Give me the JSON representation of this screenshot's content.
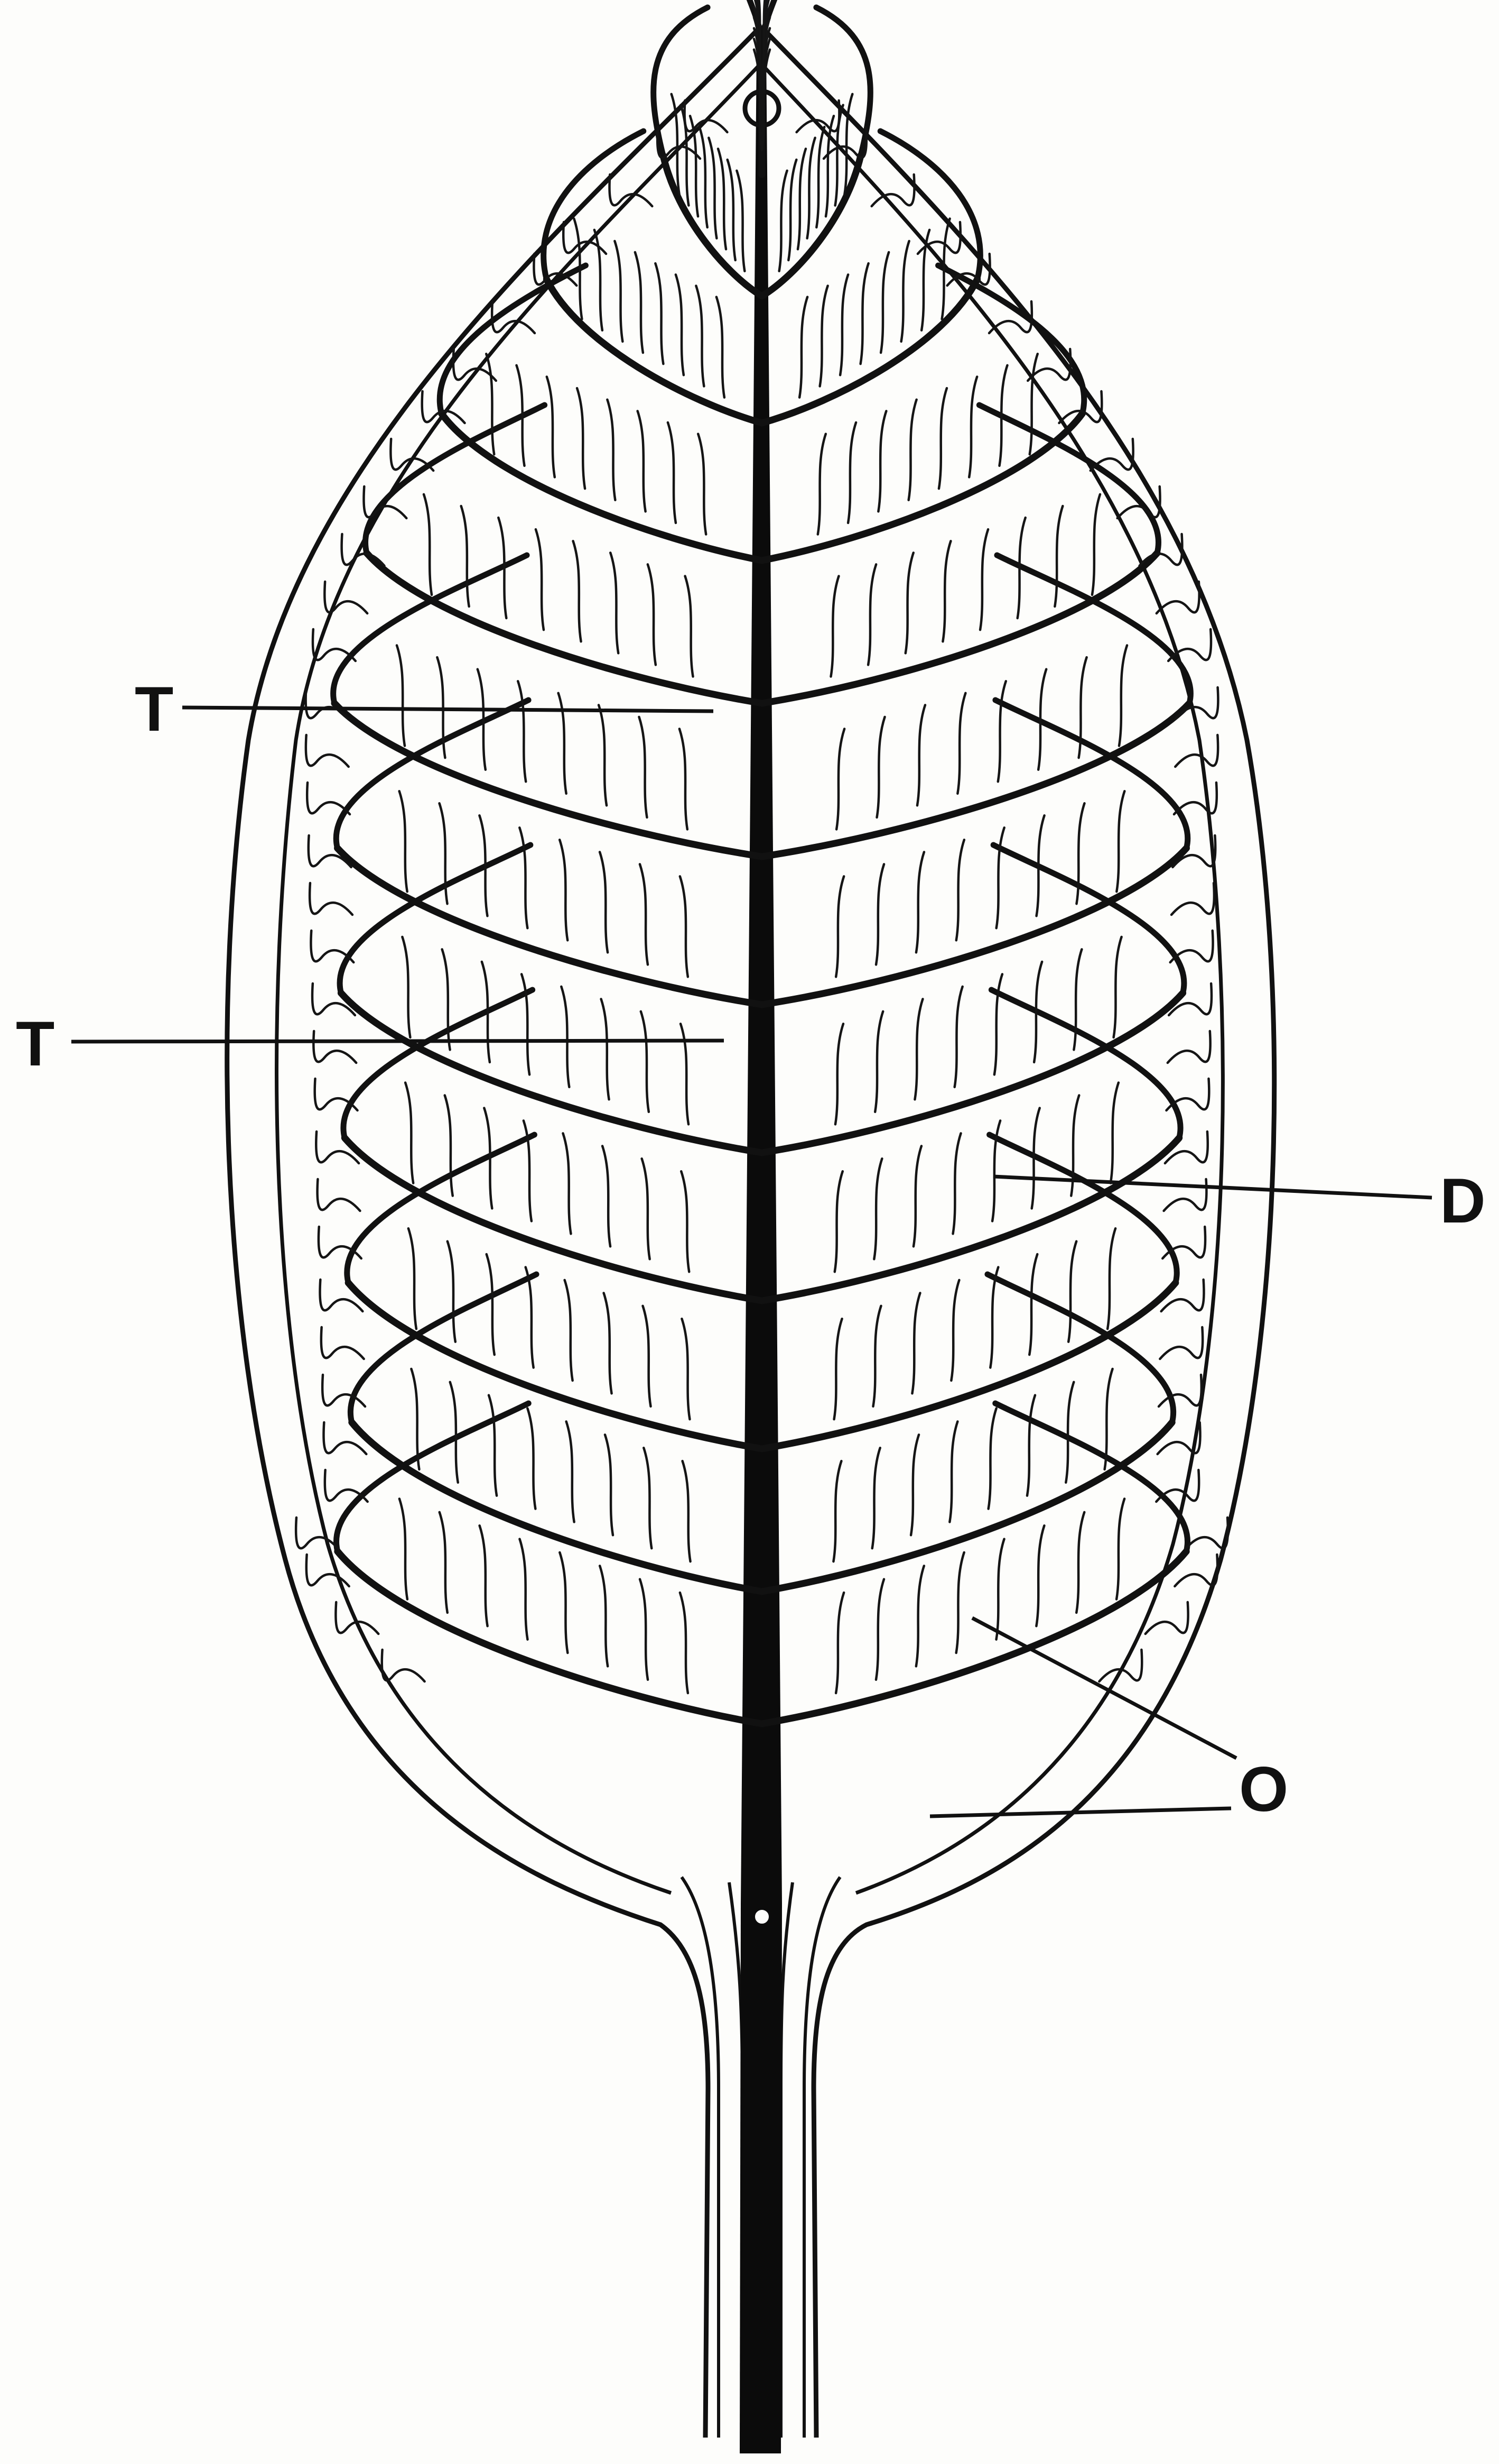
{
  "labels": {
    "t_upper": "T",
    "t_lower": "T",
    "d": "D",
    "o": "O"
  },
  "colors": {
    "ink": "#111111",
    "paper": "#fdfdfb"
  }
}
